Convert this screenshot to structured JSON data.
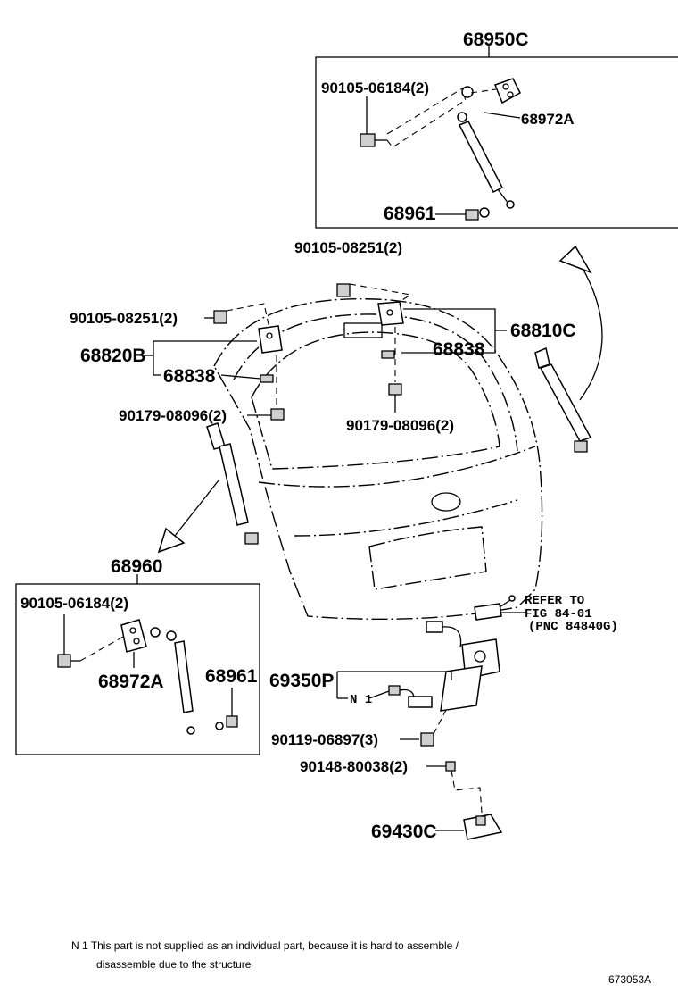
{
  "labels": {
    "p68950C": "68950C",
    "p90105_06184_top": "90105-06184(2)",
    "p68972A_top": "68972A",
    "p68961_top": "68961",
    "p90105_08251_top": "90105-08251(2)",
    "p90105_08251_left": "90105-08251(2)",
    "p68810C": "68810C",
    "p68820B": "68820B",
    "p68838_left": "68838",
    "p68838_right": "68838",
    "p90179_08096_left": "90179-08096(2)",
    "p90179_08096_right": "90179-08096(2)",
    "p68960": "68960",
    "p90105_06184_bottom": "90105-06184(2)",
    "p68972A_bottom": "68972A",
    "p68961_bottom": "68961",
    "p69350P": "69350P",
    "n1_tag": "N 1",
    "p90119_06897": "90119-06897(3)",
    "p90148_80038": "90148-80038(2)",
    "p69430C": "69430C",
    "refer_line1": "REFER TO",
    "refer_line2": "FIG 84-01",
    "refer_line3": "(PNC 84840G)"
  },
  "footnote": {
    "line1": "N 1 This part is not supplied as an individual part, because it is hard to assemble /",
    "line2": "disassemble due to the structure"
  },
  "figure_code": "673053A"
}
